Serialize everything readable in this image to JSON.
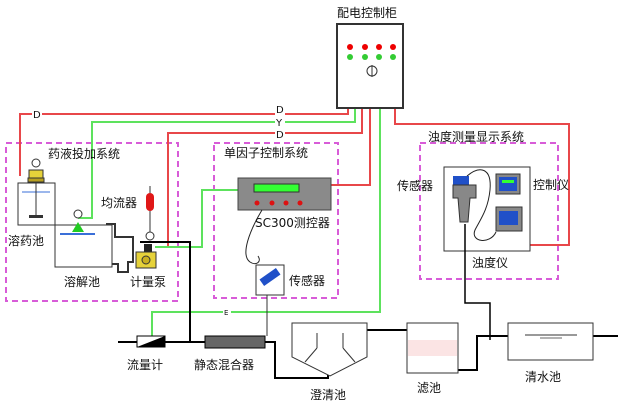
{
  "cabinet": {
    "title": "配电控制柜"
  },
  "wire_labels": {
    "d1": "D",
    "d2": "D",
    "y": "Y",
    "d3": "D",
    "e": "E"
  },
  "dosing_system": {
    "title": "药液投加系统",
    "dissolve_tank": "溶药池",
    "solution_tank": "溶解池",
    "equalizer": "均流器",
    "metering_pump": "计量泵"
  },
  "single_factor_system": {
    "title": "单因子控制系统",
    "controller": "SC300测控器",
    "sensor": "传感器"
  },
  "turbidity_system": {
    "title": "浊度测量显示系统",
    "sensor": "传感器",
    "controller": "控制仪",
    "meter": "浊度仪"
  },
  "process": {
    "flow_meter": "流量计",
    "static_mixer": "静态混合器",
    "clarifier": "澄清池",
    "filter": "滤池",
    "clear_water_tank": "清水池"
  },
  "colors": {
    "power_wire": "#e8474a",
    "signal_wire": "#5de25d",
    "group_border": "#d85cd8",
    "pipe": "#000000"
  }
}
